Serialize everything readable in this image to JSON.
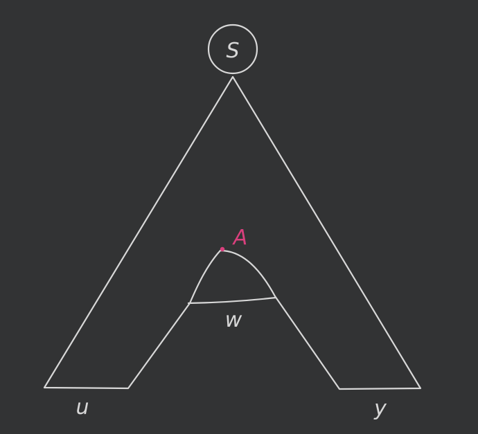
{
  "diagram": {
    "root_label": "S",
    "nonterminal_label": "A",
    "left_segment_label": "u",
    "middle_segment_label": "w",
    "right_segment_label": "y"
  },
  "colors": {
    "background": "#323334",
    "stroke": "#d8d8d8",
    "accent": "#d9407d"
  }
}
